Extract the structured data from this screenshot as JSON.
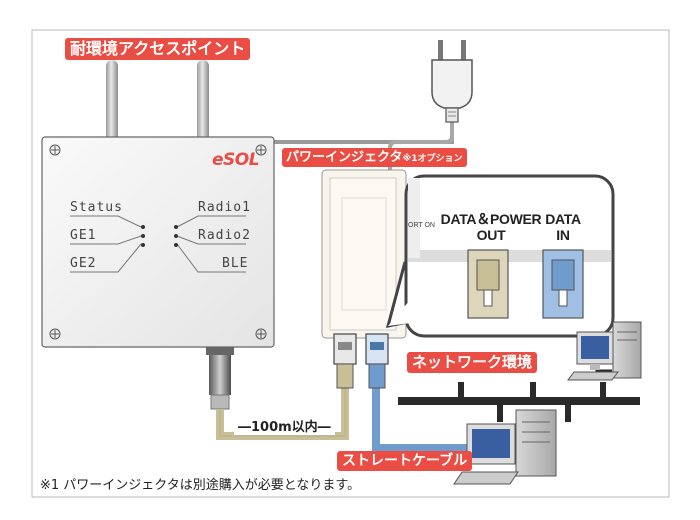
{
  "title_label": "耐環境アクセスポイント",
  "brand_logo": "eSOL",
  "injector_label": "パワーインジェクタ",
  "injector_note": "※1オプション",
  "ap_indicators": {
    "left": [
      "Status",
      "GE1",
      "GE2"
    ],
    "right": [
      "Radio1",
      "Radio2",
      "BLE"
    ]
  },
  "zoom_panel": {
    "port_on_text": "ORT ON",
    "data_power_out": [
      "DATA＆POWER",
      "OUT"
    ],
    "data_in": [
      "DATA",
      "IN"
    ]
  },
  "distance_label": "―100m以内―",
  "network_label": "ネットワーク環境",
  "cable_label": "ストレートケーブル",
  "footnote": "※1 パワーインジェクタは別途購入が必要となります。",
  "colors": {
    "accent_red": "#e94d43",
    "cable_beige": "#c9bf97",
    "cable_blue": "#6f9ccc",
    "network_bar": "#2a2a2a"
  },
  "icons": [
    "power-plug-icon",
    "antenna-icon",
    "screw-icon",
    "rj45-connector-icon",
    "pc-tower-icon",
    "monitor-icon",
    "keyboard-icon"
  ]
}
